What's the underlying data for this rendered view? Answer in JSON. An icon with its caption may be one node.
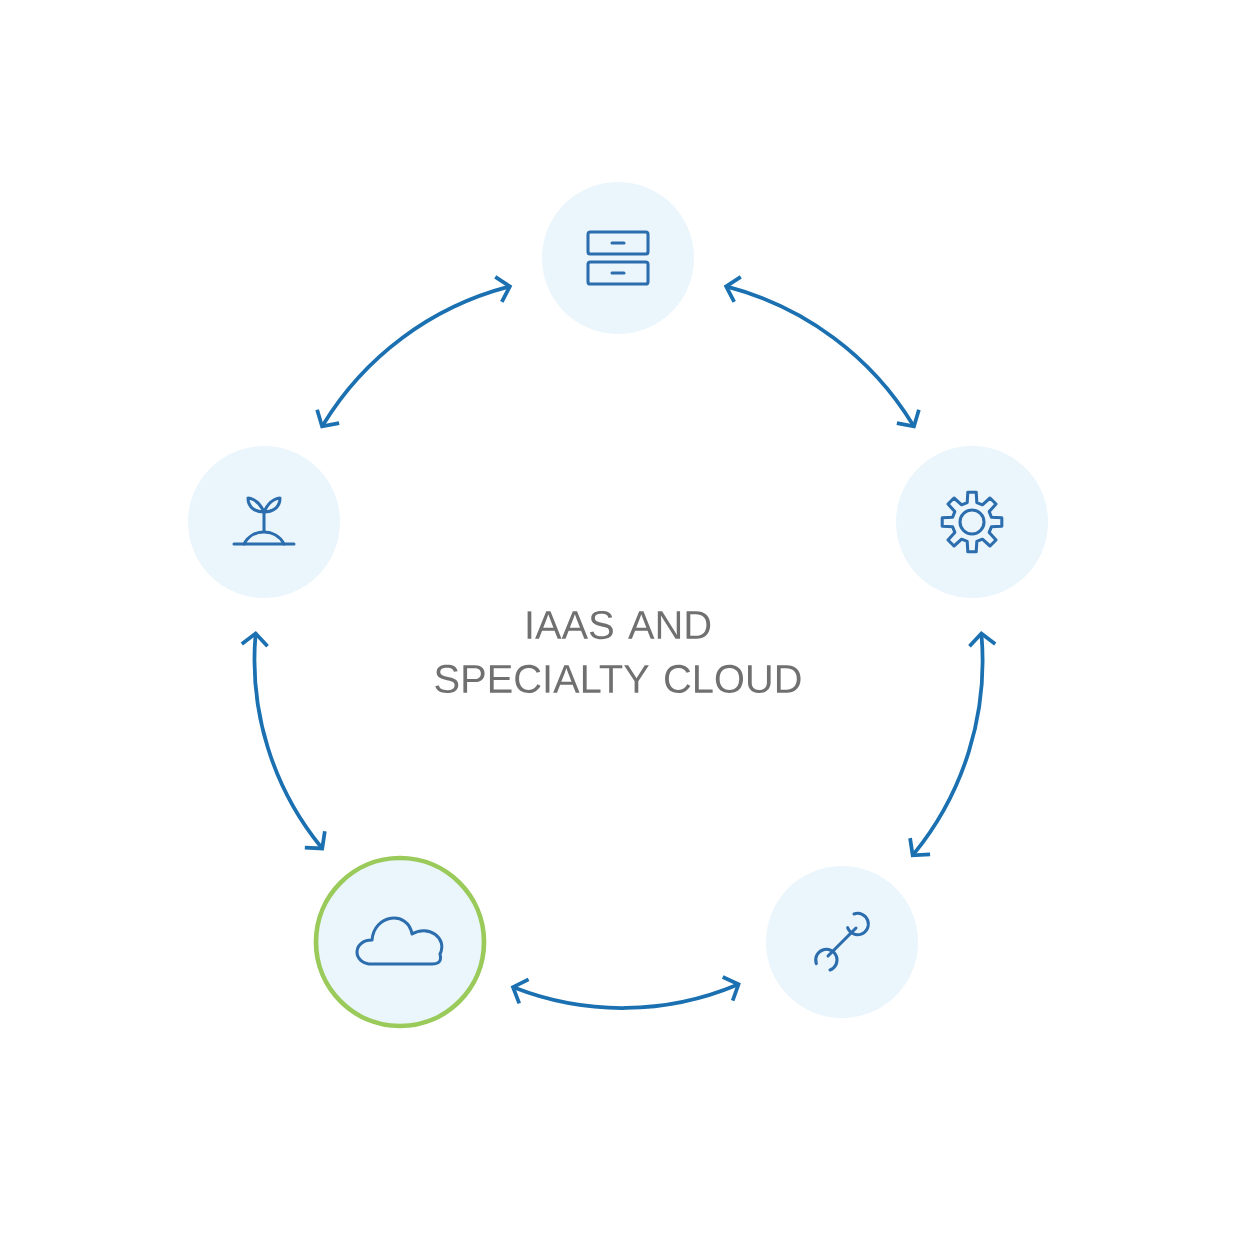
{
  "diagram": {
    "nodes": [
      {
        "text": [],
        "shape": "circle"
      },
      {
        "text": [],
        "shape": "circle"
      },
      {
        "text": [],
        "shape": "circle"
      },
      {
        "text": [],
        "shape": "circle"
      },
      {
        "text": [],
        "shape": "circle"
      }
    ],
    "edges": [
      {
        "from": 0,
        "to": 1,
        "arrow": "both"
      },
      {
        "from": 0,
        "to": 2,
        "arrow": "both"
      },
      {
        "from": 2,
        "to": 4,
        "arrow": "both"
      },
      {
        "from": 4,
        "to": 3,
        "arrow": "both"
      },
      {
        "from": 3,
        "to": 1,
        "arrow": "both"
      }
    ],
    "labels": [
      "IAAS AND SPECIALTY CLOUD"
    ]
  }
}
